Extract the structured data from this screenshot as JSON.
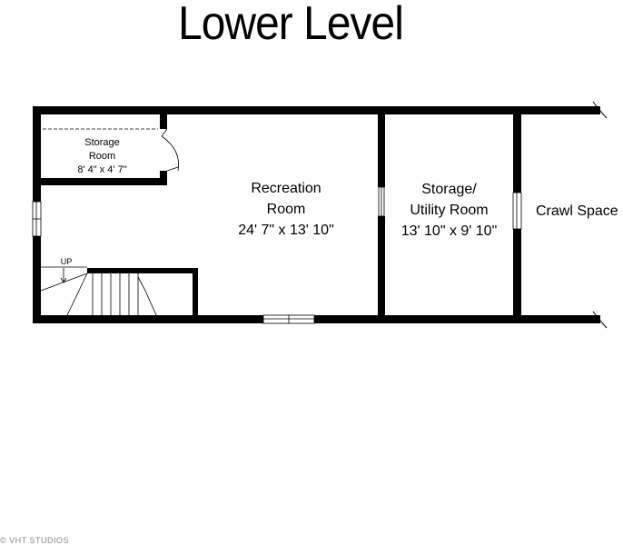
{
  "title": "Lower Level",
  "rooms": {
    "storage_room": {
      "name_line1": "Storage",
      "name_line2": "Room",
      "dims": "8' 4\" x 4' 7\""
    },
    "recreation_room": {
      "name_line1": "Recreation",
      "name_line2": "Room",
      "dims": "24' 7\" x 13' 10\""
    },
    "storage_utility": {
      "name_line1": "Storage/",
      "name_line2": "Utility Room",
      "dims": "13' 10\" x 9' 10\""
    },
    "crawl_space": {
      "name": "Crawl Space"
    }
  },
  "stairs": {
    "label": "UP"
  },
  "credit": "© VHT STUDIOS"
}
